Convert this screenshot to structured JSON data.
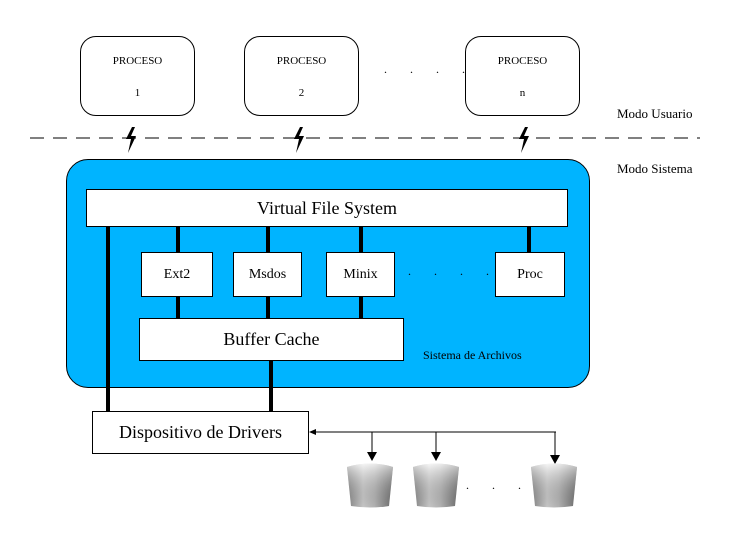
{
  "processes": [
    {
      "title": "PROCESO",
      "id": "1"
    },
    {
      "title": "PROCESO",
      "id": "2"
    },
    {
      "title": "PROCESO",
      "id": "n"
    }
  ],
  "process_ellipsis": ". . . .",
  "modes": {
    "user": "Modo Usuario",
    "system": "Modo Sistema"
  },
  "vfs": "Virtual File System",
  "filesystems": [
    "Ext2",
    "Msdos",
    "Minix",
    "Proc"
  ],
  "fs_ellipsis": ". . . .",
  "buffer_cache": "Buffer Cache",
  "subsystem_label": "Sistema de Archivos",
  "drivers": "Dispositivo de Drivers",
  "disk_ellipsis": ". . . .",
  "colors": {
    "system_fill": "#00b4ff",
    "box_fill": "#ffffff",
    "line": "#000000"
  }
}
